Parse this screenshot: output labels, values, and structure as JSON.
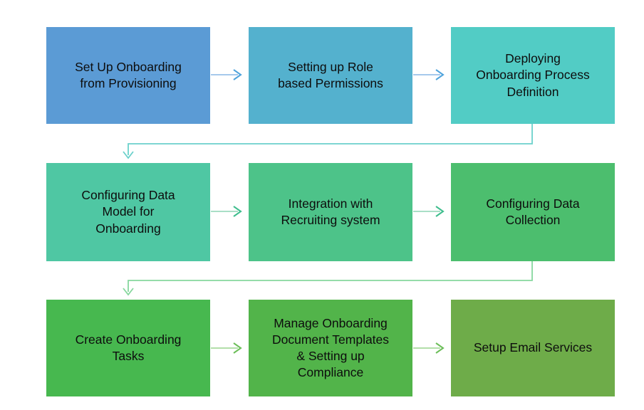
{
  "canvas": {
    "background": "#FFFFFF"
  },
  "boxes": [
    {
      "id": "set-up-onboarding-from-provisioning",
      "label": "Set Up Onboarding\nfrom Provisioning",
      "color": "#5B9BD5"
    },
    {
      "id": "setting-up-role-based-permissions",
      "label": "Setting up Role\nbased Permissions",
      "color": "#54B1CE"
    },
    {
      "id": "deploying-onboarding-process-definition",
      "label": "Deploying\nOnboarding Process\nDefinition",
      "color": "#52CCC5"
    },
    {
      "id": "configuring-data-model-for-onboarding",
      "label": "Configuring Data\nModel for\nOnboarding",
      "color": "#4FC7A3"
    },
    {
      "id": "integration-with-recruiting-system",
      "label": "Integration with\nRecruiting system",
      "color": "#4DC389"
    },
    {
      "id": "configuring-data-collection",
      "label": "Configuring Data\nCollection",
      "color": "#4CBE6E"
    },
    {
      "id": "create-onboarding-tasks",
      "label": "Create Onboarding\nTasks",
      "color": "#47B84F"
    },
    {
      "id": "manage-onboarding-document-templates",
      "label": "Manage Onboarding\nDocument Templates\n& Setting up\nCompliance",
      "color": "#52B44A"
    },
    {
      "id": "setup-email-services",
      "label": "Setup Email Services",
      "color": "#6EAC49"
    }
  ],
  "connectors": {
    "row1": {
      "line": "#A6C9EC",
      "head": "#4FA3DC"
    },
    "elbow1": {
      "color": "#6BD1CB"
    },
    "row2": {
      "line": "#A9DFC6",
      "head": "#3EBD8D"
    },
    "elbow2": {
      "color": "#86D79E"
    },
    "row3": {
      "line": "#B2DFA9",
      "head": "#6CBE59"
    }
  }
}
